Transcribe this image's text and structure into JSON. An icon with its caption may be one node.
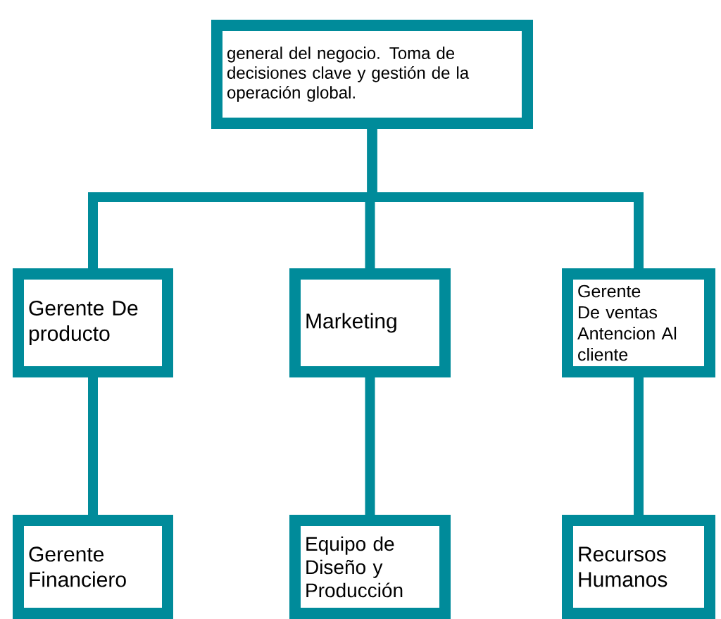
{
  "diagram": {
    "nodes": [
      {
        "text": [
          "general del negocio. Toma de decisiones clave y gestión de la operación global."
        ]
      },
      {
        "text": [
          "Gerente De producto"
        ]
      },
      {
        "text": [
          "Marketing"
        ]
      },
      {
        "text": [
          "Gerente De ventas Antencion Al cliente"
        ]
      },
      {
        "text": [
          "Gerente Financiero"
        ]
      },
      {
        "text": [
          "Equipo de Diseño y Producción"
        ]
      },
      {
        "text": [
          "Recursos Humanos"
        ]
      }
    ],
    "edges": [
      {
        "from": 0,
        "to": 1,
        "arrow": "none"
      },
      {
        "from": 0,
        "to": 2,
        "arrow": "none"
      },
      {
        "from": 0,
        "to": 3,
        "arrow": "none"
      },
      {
        "from": 1,
        "to": 4,
        "arrow": "none"
      },
      {
        "from": 2,
        "to": 5,
        "arrow": "none"
      },
      {
        "from": 3,
        "to": 6,
        "arrow": "none"
      }
    ]
  }
}
